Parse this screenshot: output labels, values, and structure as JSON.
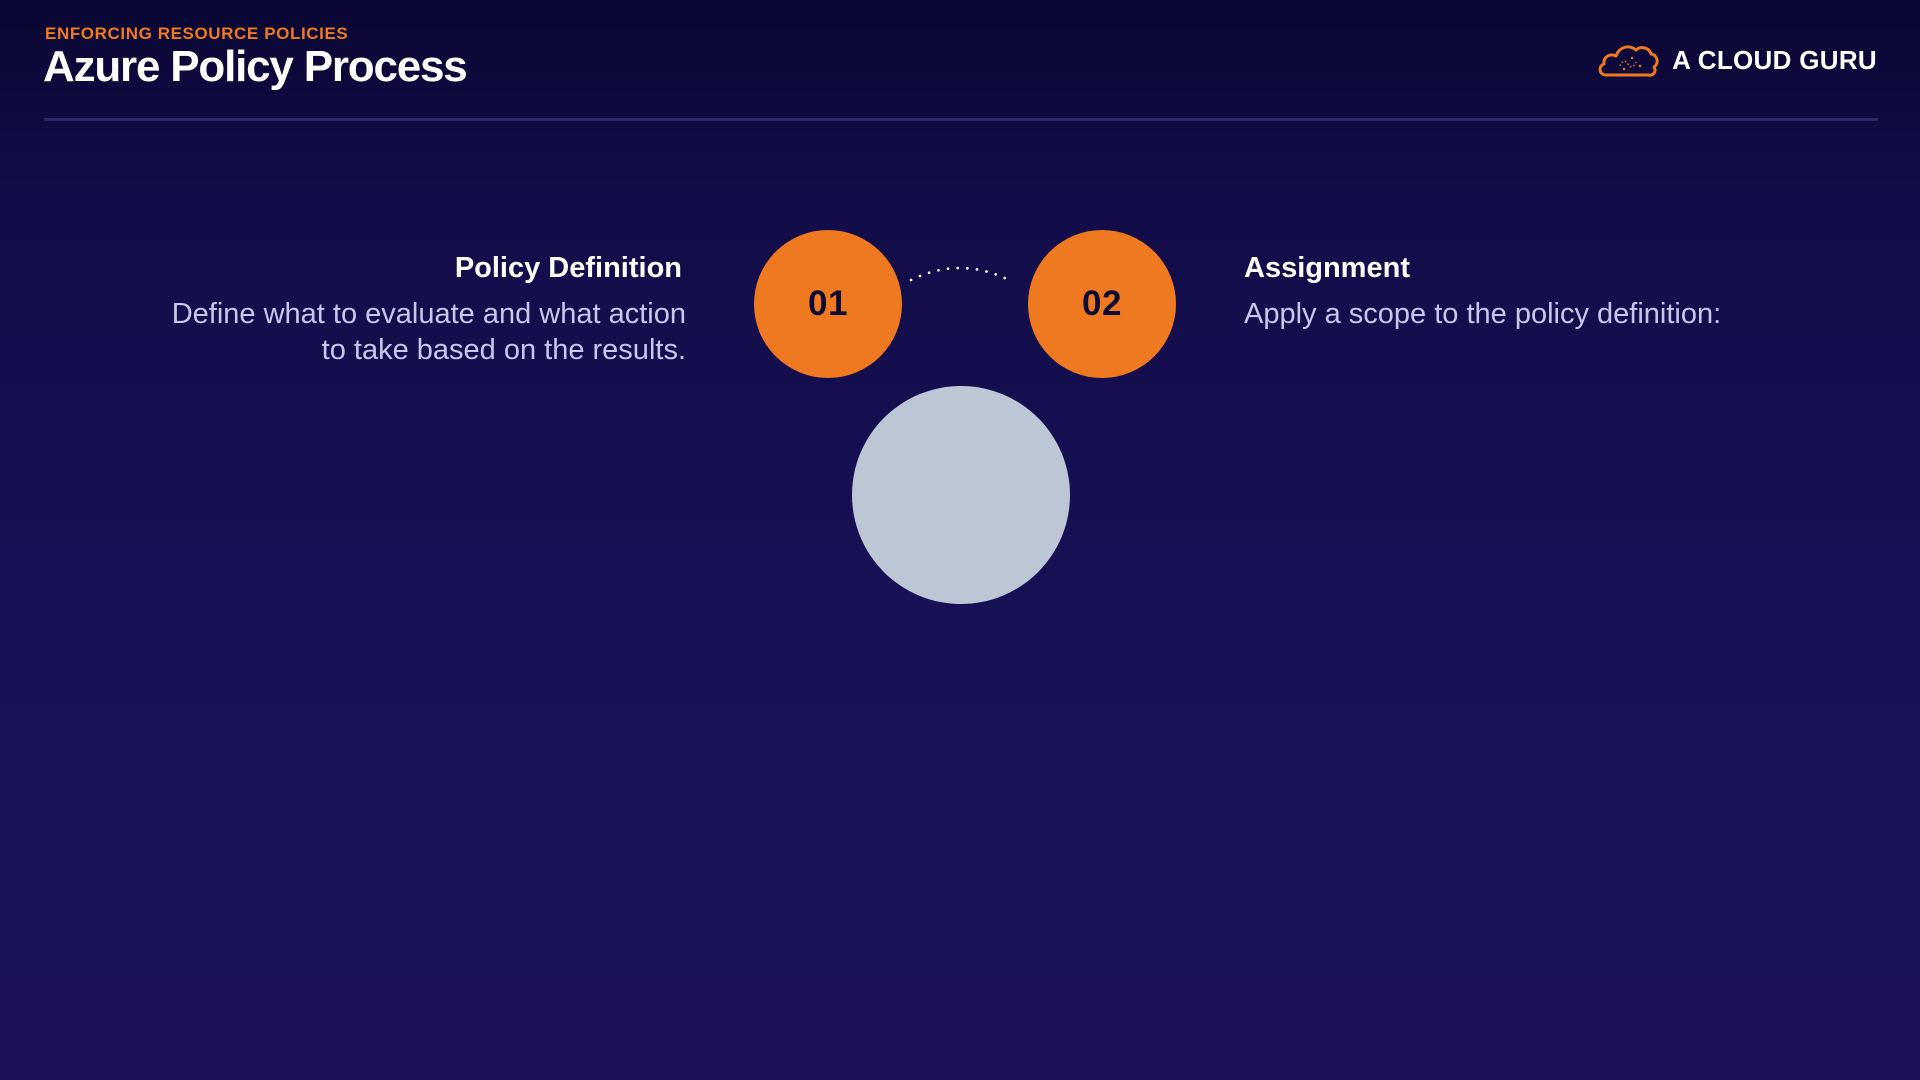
{
  "header": {
    "eyebrow": "ENFORCING RESOURCE POLICIES",
    "title": "Azure Policy Process"
  },
  "brand": {
    "name": "A CLOUD GURU",
    "icon": "cloud-icon"
  },
  "steps": [
    {
      "number": "01",
      "heading": "Policy Definition",
      "description_line1": "Define what to evaluate and what action",
      "description_line2": "to take based on the results."
    },
    {
      "number": "02",
      "heading": "Assignment",
      "description_line1": "Apply a scope to the policy definition:"
    }
  ],
  "colors": {
    "accent": "#ef7921",
    "background_top": "#0a0632",
    "background_bottom": "#1b1259",
    "hub": "#bdc6d5",
    "body_text": "#c8c7ea"
  }
}
